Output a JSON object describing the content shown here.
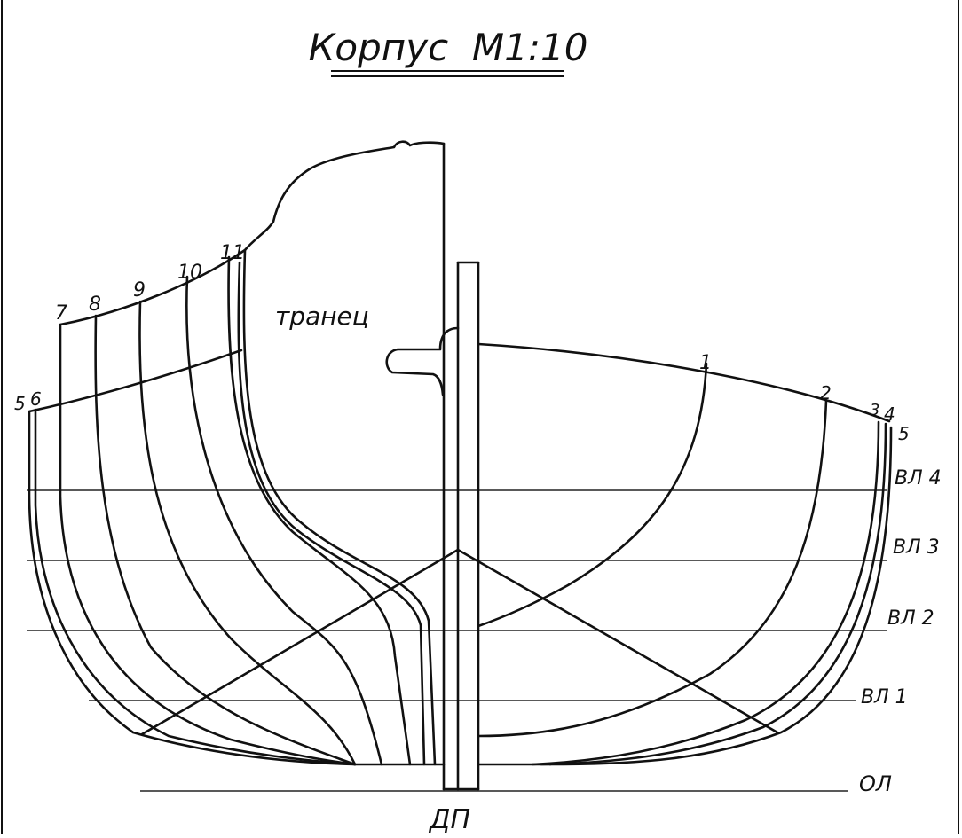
{
  "title": "Корпус  М1:10",
  "transom_label": "транец",
  "centerline_label": "ДП",
  "baseline_label": "ОЛ",
  "waterlines": [
    "ВЛ 1",
    "ВЛ 2",
    "ВЛ 3",
    "ВЛ 4"
  ],
  "stations_aft": [
    "5",
    "6",
    "7",
    "8",
    "9",
    "10",
    "11"
  ],
  "stations_fore": [
    "1",
    "2",
    "3",
    "4",
    "5"
  ],
  "colors": {
    "ink": "#111111",
    "paper": "#ffffff"
  }
}
